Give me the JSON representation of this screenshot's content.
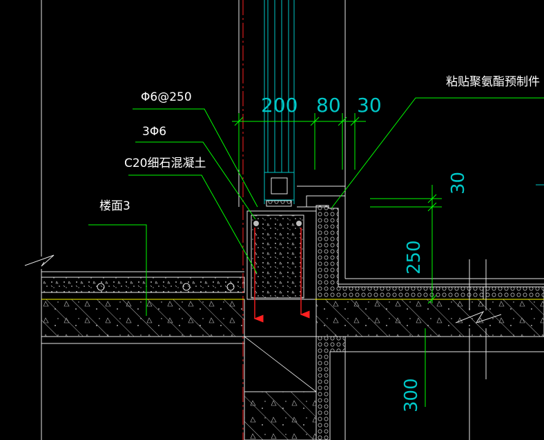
{
  "drawing": {
    "labels": {
      "rebar_spacing": "Φ6@250",
      "rebar_count": "3Φ6",
      "concrete": "C20细石混凝土",
      "floor": "楼面3",
      "adhesive": "粘贴聚氨酯预制件"
    },
    "dimensions": {
      "d200": "200",
      "d80": "80",
      "d30_h": "30",
      "d30_v": "30",
      "d250": "250",
      "d300": "300"
    },
    "colors": {
      "background": "#000000",
      "structure": "#ffffff",
      "dimension": "#00c8c8",
      "leader": "#00ff00",
      "centerline": "#ff2020",
      "grade_line": "#ffff00",
      "rebar_arrow": "#ff2020"
    }
  }
}
